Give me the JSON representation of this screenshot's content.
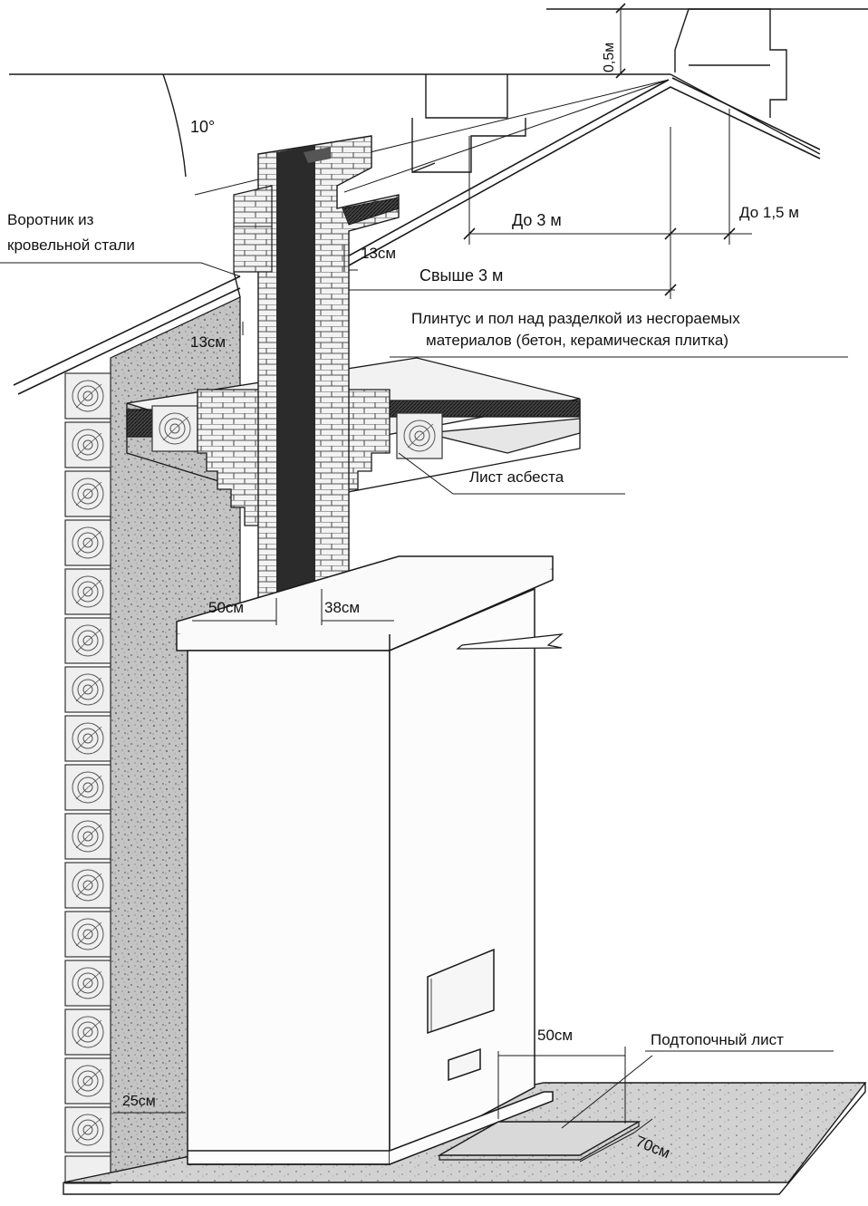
{
  "diagram": {
    "labels": {
      "angle": "10°",
      "height_above_ridge": "0,5м",
      "collar": "Воротник из",
      "collar_line2": "кровельной стали",
      "upto_3m": "До 3 м",
      "upto_1_5m": "До 1,5 м",
      "over_3m": "Свыше 3 м",
      "gap_13cm_top": "13см",
      "gap_13cm_left": "13см",
      "plinth_line1": "Плинтус и пол над разделкой из несгораемых",
      "plinth_line2": "материалов (бетон, керамическая плитка)",
      "asbestos": "Лист асбеста",
      "width_50cm": "50см",
      "width_38cm": "38см",
      "front_50cm": "50см",
      "fire_sheet": "Подтопочный лист",
      "wall_25cm": "25см",
      "side_70cm": "70см"
    },
    "colors": {
      "ink": "#1a1a1a",
      "wall_fill": "#b9b9b9",
      "flue": "#2b2b2b",
      "brick": "#f4f4f4",
      "background": "#ffffff"
    }
  }
}
